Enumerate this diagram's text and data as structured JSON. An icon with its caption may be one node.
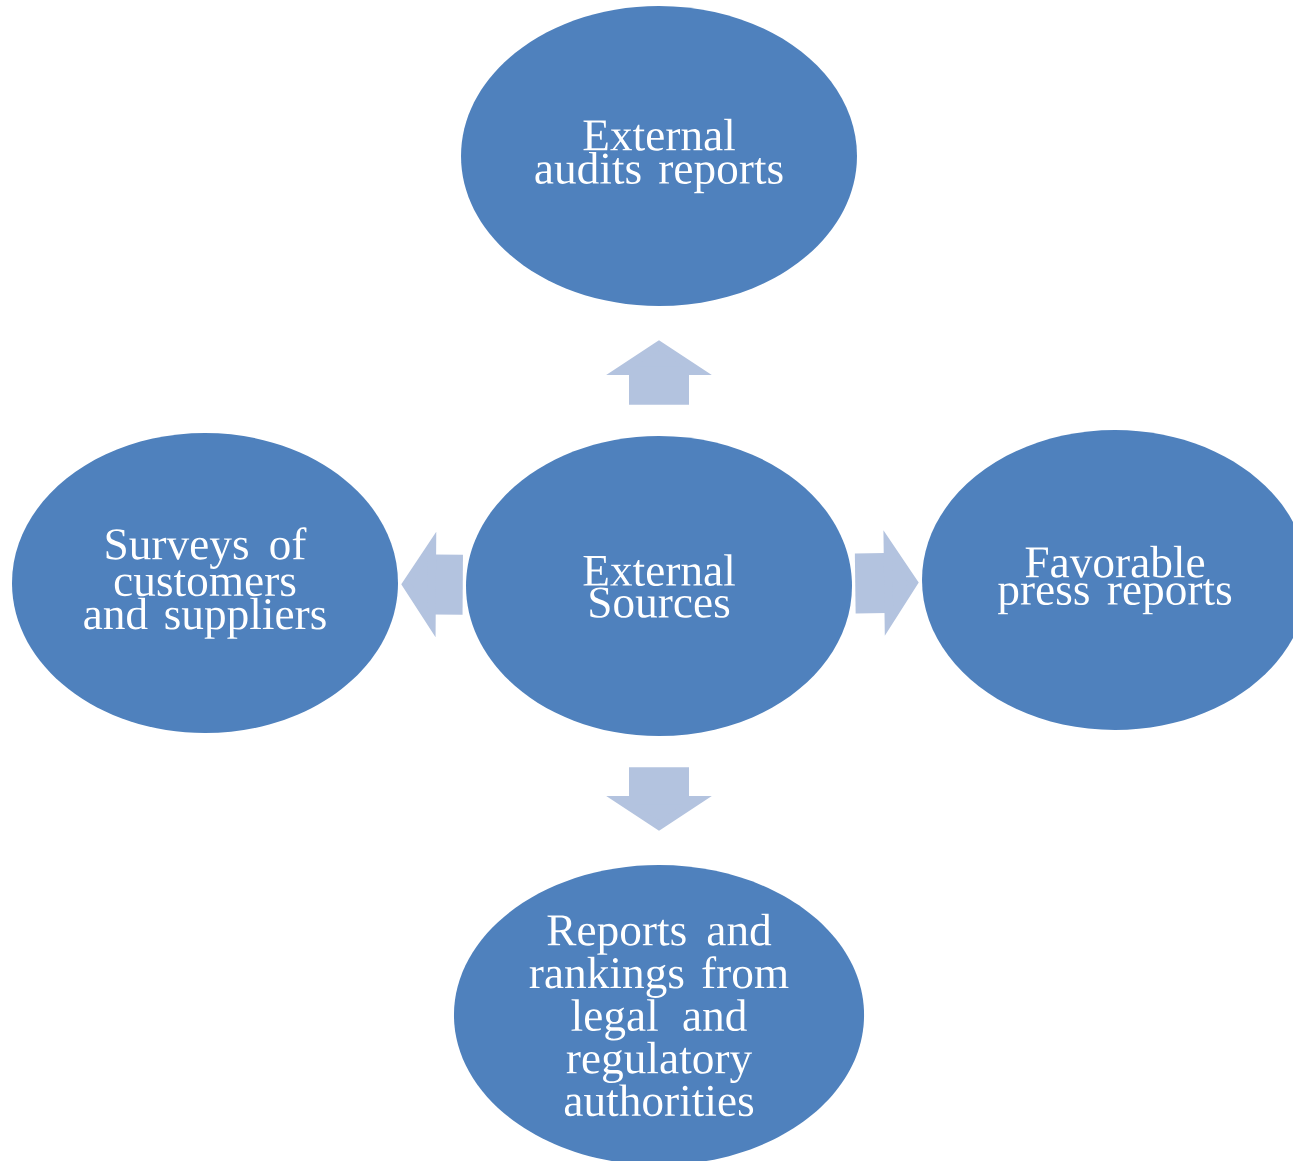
{
  "diagram": {
    "nodes": [
      {
        "text": [
          "External audits reports"
        ]
      },
      {
        "text": [
          "Surveys of customers and suppliers"
        ]
      },
      {
        "text": [
          "External Sources"
        ]
      },
      {
        "text": [
          "Favorable press reports"
        ]
      },
      {
        "text": [
          "Reports and rankings from legal and regulatory authorities"
        ]
      }
    ],
    "edges": [
      {
        "from": 2,
        "to": 0,
        "arrow": "to"
      },
      {
        "from": 2,
        "to": 1,
        "arrow": "to"
      },
      {
        "from": 2,
        "to": 3,
        "arrow": "to"
      },
      {
        "from": 2,
        "to": 4,
        "arrow": "to"
      }
    ]
  }
}
